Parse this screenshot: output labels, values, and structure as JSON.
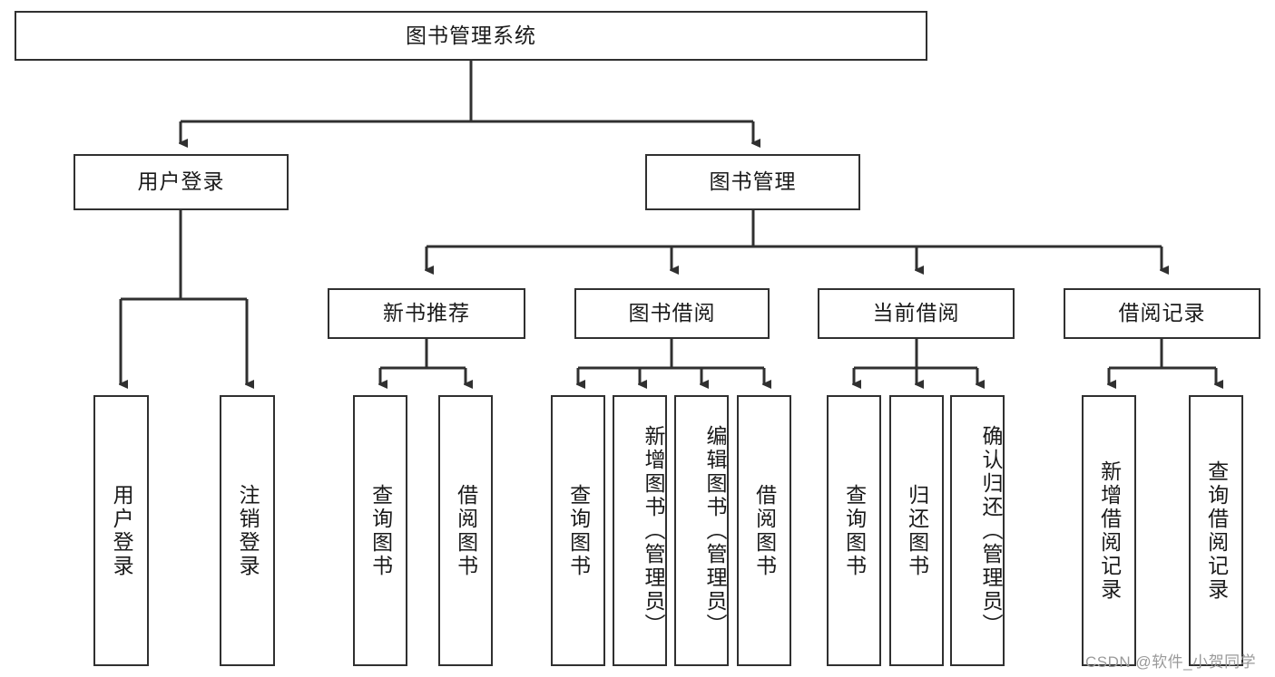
{
  "diagram": {
    "title_node": {
      "label": "图书管理系统"
    },
    "level2": [
      {
        "id": "user-login",
        "label": "用户登录"
      },
      {
        "id": "book-management",
        "label": "图书管理"
      }
    ],
    "level3": [
      {
        "id": "new-book-recommend",
        "label": "新书推荐"
      },
      {
        "id": "book-borrow",
        "label": "图书借阅"
      },
      {
        "id": "current-borrow",
        "label": "当前借阅"
      },
      {
        "id": "borrow-record",
        "label": "借阅记录"
      }
    ],
    "leaves": [
      {
        "id": "leaf-user-login",
        "label": "用户登录",
        "parent": "user-login"
      },
      {
        "id": "leaf-logout-login",
        "label": "注销登录",
        "parent": "user-login"
      },
      {
        "id": "leaf-query-book-1",
        "label": "查询图书",
        "parent": "new-book-recommend"
      },
      {
        "id": "leaf-borrow-book-1",
        "label": "借阅图书",
        "parent": "new-book-recommend"
      },
      {
        "id": "leaf-query-book-2",
        "label": "查询图书",
        "parent": "book-borrow"
      },
      {
        "id": "leaf-add-book",
        "label": "新增图书（管理员）",
        "parent": "book-borrow"
      },
      {
        "id": "leaf-edit-book",
        "label": "编辑图书（管理员）",
        "parent": "book-borrow"
      },
      {
        "id": "leaf-borrow-book-2",
        "label": "借阅图书",
        "parent": "book-borrow"
      },
      {
        "id": "leaf-query-book-3",
        "label": "查询图书",
        "parent": "current-borrow"
      },
      {
        "id": "leaf-return-book",
        "label": "归还图书",
        "parent": "current-borrow"
      },
      {
        "id": "leaf-confirm-return",
        "label": "确认归还（管理员）",
        "parent": "current-borrow"
      },
      {
        "id": "leaf-add-record",
        "label": "新增借阅记录",
        "parent": "borrow-record"
      },
      {
        "id": "leaf-query-record",
        "label": "查询借阅记录",
        "parent": "borrow-record"
      }
    ],
    "watermark": "CSDN @软件_小贺同学",
    "colors": {
      "stroke": "#303030",
      "background": "#ffffff",
      "text": "#1a1a1a",
      "watermark": "#9a9a9a"
    }
  }
}
